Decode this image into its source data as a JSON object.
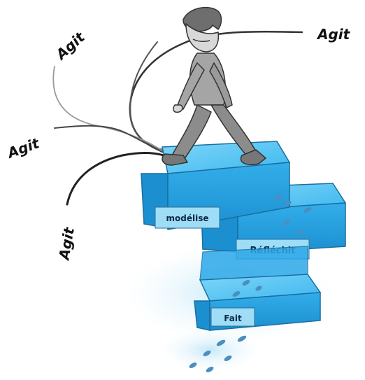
{
  "labels": {
    "agit_top_right": "Agit",
    "agit_upper_left": "Agit",
    "agit_mid_left": "Agit",
    "agit_lower_left": "Agit"
  },
  "steps": [
    {
      "label": "modélise"
    },
    {
      "label": "Réfléchit"
    },
    {
      "label": "Fait"
    }
  ],
  "colors": {
    "step_top": "#5cc6f2",
    "step_front": "#2ba8e8",
    "step_side": "#1b8fd0",
    "footprint": "#4a8fbf",
    "figure": "#9a9a9a"
  }
}
